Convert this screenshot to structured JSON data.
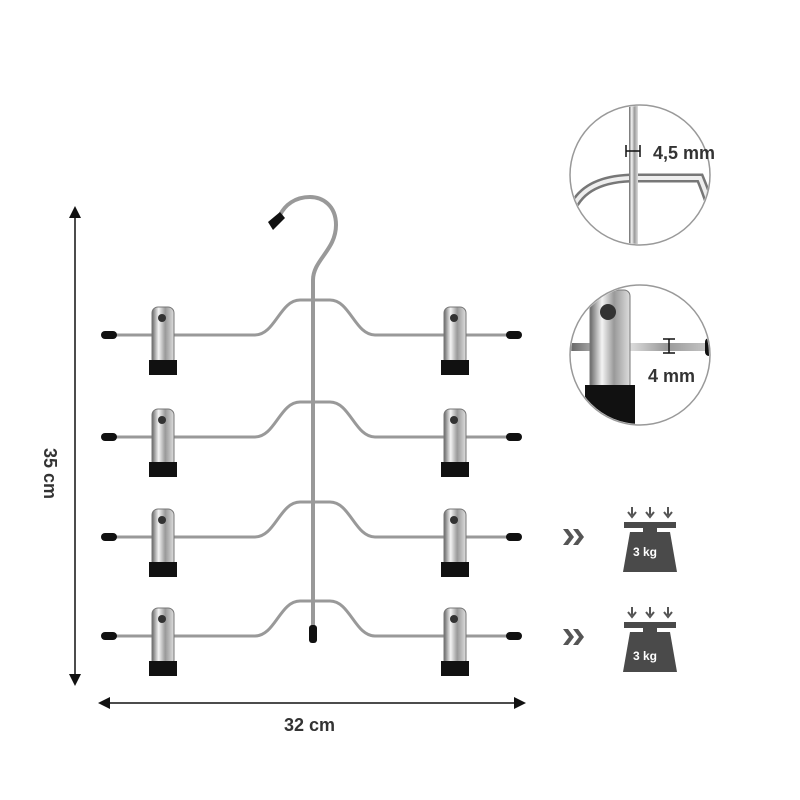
{
  "dimensions": {
    "height": "35 cm",
    "width": "32 cm"
  },
  "details": {
    "wire_thickness": "4,5 mm",
    "clip_bar_thickness": "4 mm"
  },
  "load": [
    {
      "label": "3 kg"
    },
    {
      "label": "3 kg"
    }
  ],
  "colors": {
    "text": "#333333",
    "icon": "#4a4a4a",
    "wire": "#9a9a9a",
    "tip": "#111111"
  }
}
